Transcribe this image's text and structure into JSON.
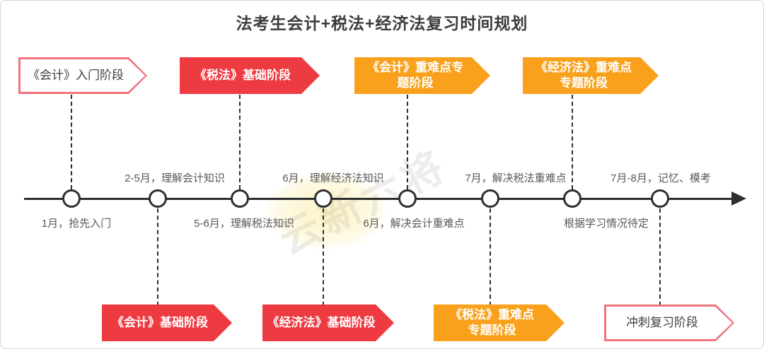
{
  "title": "法考生会计+税法+经济法复习时间规划",
  "watermark": {
    "text": "云新六将"
  },
  "colors": {
    "banner_red": "#ee3b41",
    "banner_orange": "#f9a11c",
    "outline_border_pink": "#f0737d",
    "timeline_black": "#2e2e2e",
    "label_gray": "#595959"
  },
  "banners": {
    "top": [
      {
        "label": "《会计》入门阶段",
        "style": "outline"
      },
      {
        "label": "《税法》基础阶段",
        "style": "red"
      },
      {
        "label": "《会计》重难点专\n题阶段",
        "style": "orange"
      },
      {
        "label": "《经济法》重难点\n专题阶段",
        "style": "orange"
      }
    ],
    "bottom": [
      {
        "label": "《会计》基础阶段",
        "style": "red"
      },
      {
        "label": "《经济法》基础阶段",
        "style": "red"
      },
      {
        "label": "《税法》重难点\n专题阶段",
        "style": "orange"
      },
      {
        "label": "冲刺复习阶段",
        "style": "outline"
      }
    ]
  },
  "timeline": {
    "labels_above": [
      "2-5月，理解会计知识",
      "6月，理解经济法知识",
      "7月，解决税法重难点",
      "7月-8月，记忆、模考"
    ],
    "labels_below": [
      "1月，抢先入门",
      "5-6月，理解税法知识",
      "6月，解决会计重难点",
      "根据学习情况待定"
    ]
  }
}
